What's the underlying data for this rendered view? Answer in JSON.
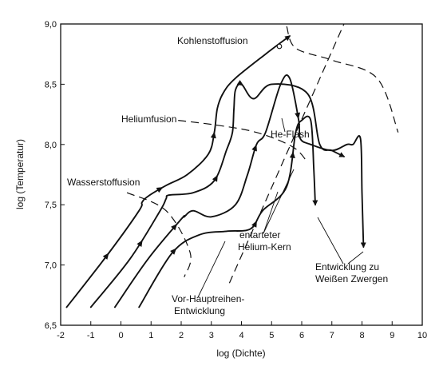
{
  "chart_data": {
    "type": "line",
    "xlabel": "log (Dichte)",
    "ylabel": "log (Temperatur)",
    "xlim": [
      -2,
      10
    ],
    "ylim": [
      6.5,
      9.0
    ],
    "x_tick_labels": [
      "-2",
      "-1",
      "0",
      "1",
      "2",
      "3",
      "4",
      "5",
      "6",
      "7",
      "8",
      "9",
      "10"
    ],
    "y_tick_labels": [
      "6,5",
      "7,0",
      "7,5",
      "8,0",
      "8,5",
      "9,0"
    ],
    "grid": false,
    "tracks": [
      {
        "x": [
          -1.8,
          -0.4,
          0.6,
          0.7,
          0.9,
          1.5,
          2.2,
          2.9,
          3.1,
          3.2,
          3.4,
          3.8,
          4.8,
          5.6
        ],
        "y": [
          6.65,
          7.1,
          7.45,
          7.52,
          7.57,
          7.66,
          7.75,
          7.92,
          8.1,
          8.3,
          8.43,
          8.55,
          8.75,
          8.9
        ]
      },
      {
        "x": [
          -1.0,
          0.3,
          1.3,
          1.5,
          1.6,
          2.4,
          3.1,
          3.5,
          3.7,
          3.75,
          3.8,
          4.0,
          4.4,
          5.0,
          6.2,
          6.6,
          7.0,
          7.4
        ],
        "y": [
          6.65,
          7.05,
          7.45,
          7.55,
          7.58,
          7.6,
          7.7,
          7.95,
          8.1,
          8.3,
          8.45,
          8.5,
          8.38,
          8.5,
          8.42,
          8.0,
          7.95,
          7.9
        ]
      },
      {
        "x": [
          -0.2,
          0.9,
          2.0,
          2.1,
          2.4,
          3.0,
          3.8,
          4.2,
          4.5,
          4.8,
          5.3,
          5.6,
          5.9,
          5.95,
          6.3,
          7.0,
          7.5,
          7.7,
          7.95,
          8.0,
          8.05
        ],
        "y": [
          6.65,
          7.05,
          7.38,
          7.4,
          7.45,
          7.4,
          7.5,
          7.75,
          8.0,
          8.1,
          8.5,
          8.55,
          8.2,
          8.05,
          8.0,
          7.95,
          8.0,
          8.0,
          8.05,
          7.6,
          7.15
        ]
      },
      {
        "x": [
          0.6,
          1.7,
          2.6,
          3.5,
          4.3,
          4.7,
          5.5,
          5.8,
          6.0,
          6.3,
          6.4,
          6.45
        ],
        "y": [
          6.65,
          7.1,
          7.25,
          7.28,
          7.3,
          7.45,
          7.65,
          8.1,
          8.2,
          8.2,
          7.8,
          7.5
        ]
      }
    ],
    "boundaries": [
      {
        "name": "Wasserstoffusion",
        "x": [
          0.2,
          1.5,
          2.3,
          2.1
        ],
        "y": [
          7.6,
          7.45,
          7.1,
          6.9
        ]
      },
      {
        "name": "Heliumfusion",
        "x": [
          1.9,
          3.2,
          4.5,
          5.7,
          6.2
        ],
        "y": [
          8.2,
          8.16,
          8.1,
          7.98,
          7.85
        ]
      },
      {
        "name": "Kohlenstoffusion",
        "x": [
          5.5,
          5.8,
          7.0,
          8.5,
          9.2
        ],
        "y": [
          8.98,
          8.8,
          8.7,
          8.55,
          8.1
        ]
      },
      {
        "name": "entarteter Helium-Kern",
        "x": [
          3.6,
          7.4
        ],
        "y": [
          6.85,
          9.0
        ]
      }
    ],
    "annotations": {
      "kohlenstoff": "Kohlenstoffusion",
      "helium": "Heliumfusion",
      "heflash": "He-Flash",
      "wasserstoff": "Wasserstoffusion",
      "entartet_1": "entarteter",
      "entartet_2": "Helium-Kern",
      "weisse_1": "Entwicklung zu",
      "weisse_2": "Weißen Zwergen",
      "vor_1": "Vor-Hauptreihen-",
      "vor_2": "Entwicklung"
    }
  }
}
